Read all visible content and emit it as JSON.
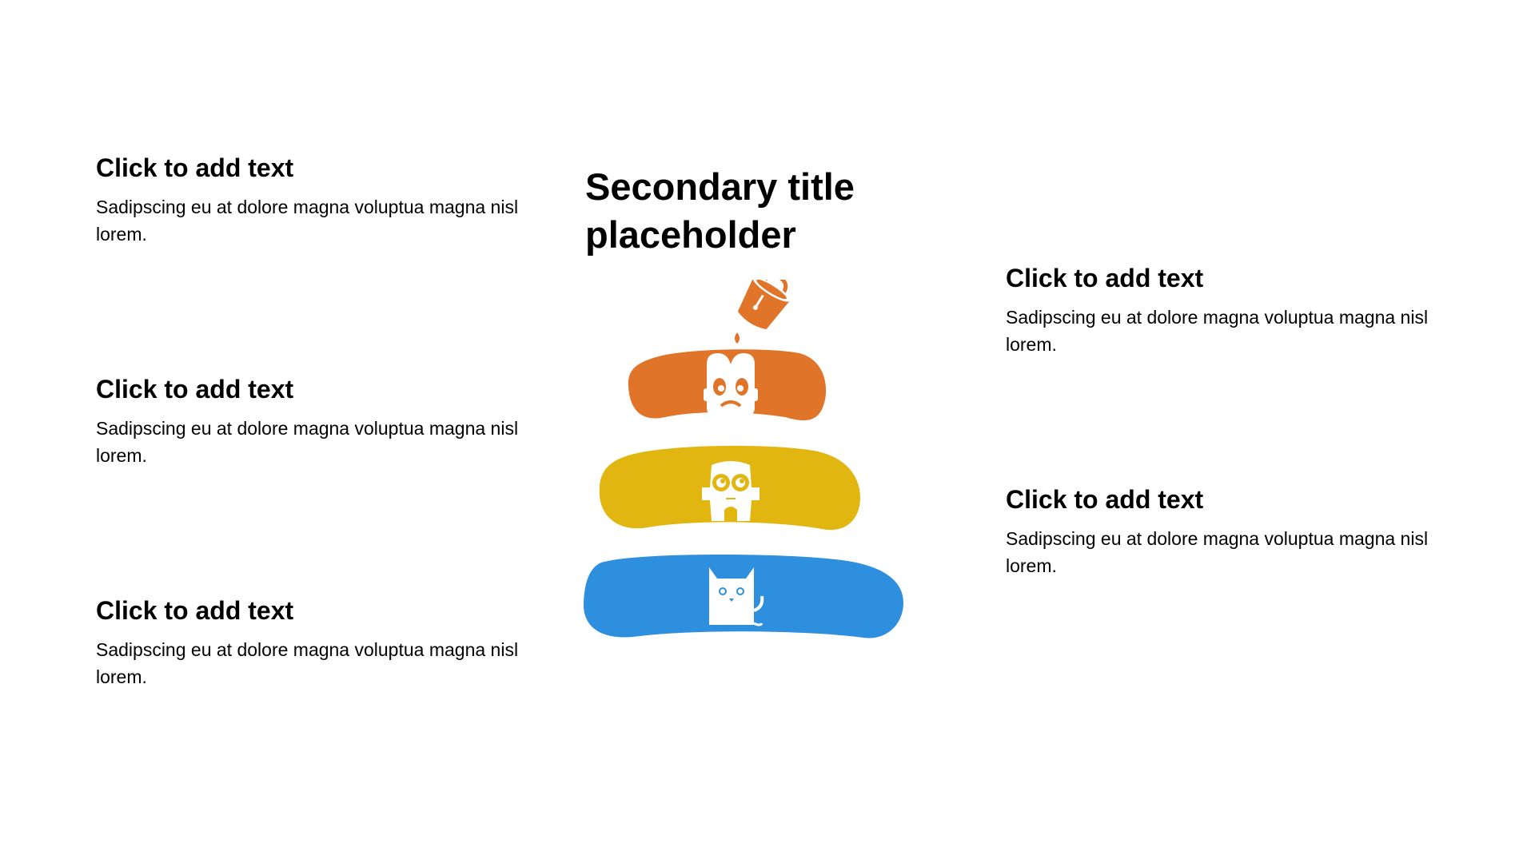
{
  "title": "Secondary title placeholder",
  "left_items": [
    {
      "heading": "Click to add text",
      "body": "Sadipscing eu at dolore magna voluptua magna nisl lorem."
    },
    {
      "heading": "Click to add text",
      "body": "Sadipscing eu at dolore magna voluptua magna nisl lorem."
    },
    {
      "heading": "Click to add text",
      "body": "Sadipscing eu at dolore magna voluptua magna nisl lorem."
    }
  ],
  "right_items": [
    {
      "heading": "Click to add text",
      "body": "Sadipscing eu at dolore magna voluptua magna nisl lorem."
    },
    {
      "heading": "Click to add text",
      "body": "Sadipscing eu at dolore magna voluptua magna nisl lorem."
    }
  ],
  "pyramid": {
    "top_icon": "paint-bucket-icon",
    "levels": [
      {
        "color": "#E07529",
        "icon": "monster-icon"
      },
      {
        "color": "#E2B611",
        "icon": "robot-face-icon"
      },
      {
        "color": "#2E8FDF",
        "icon": "cat-icon"
      }
    ],
    "icon_color": "#ffffff"
  }
}
